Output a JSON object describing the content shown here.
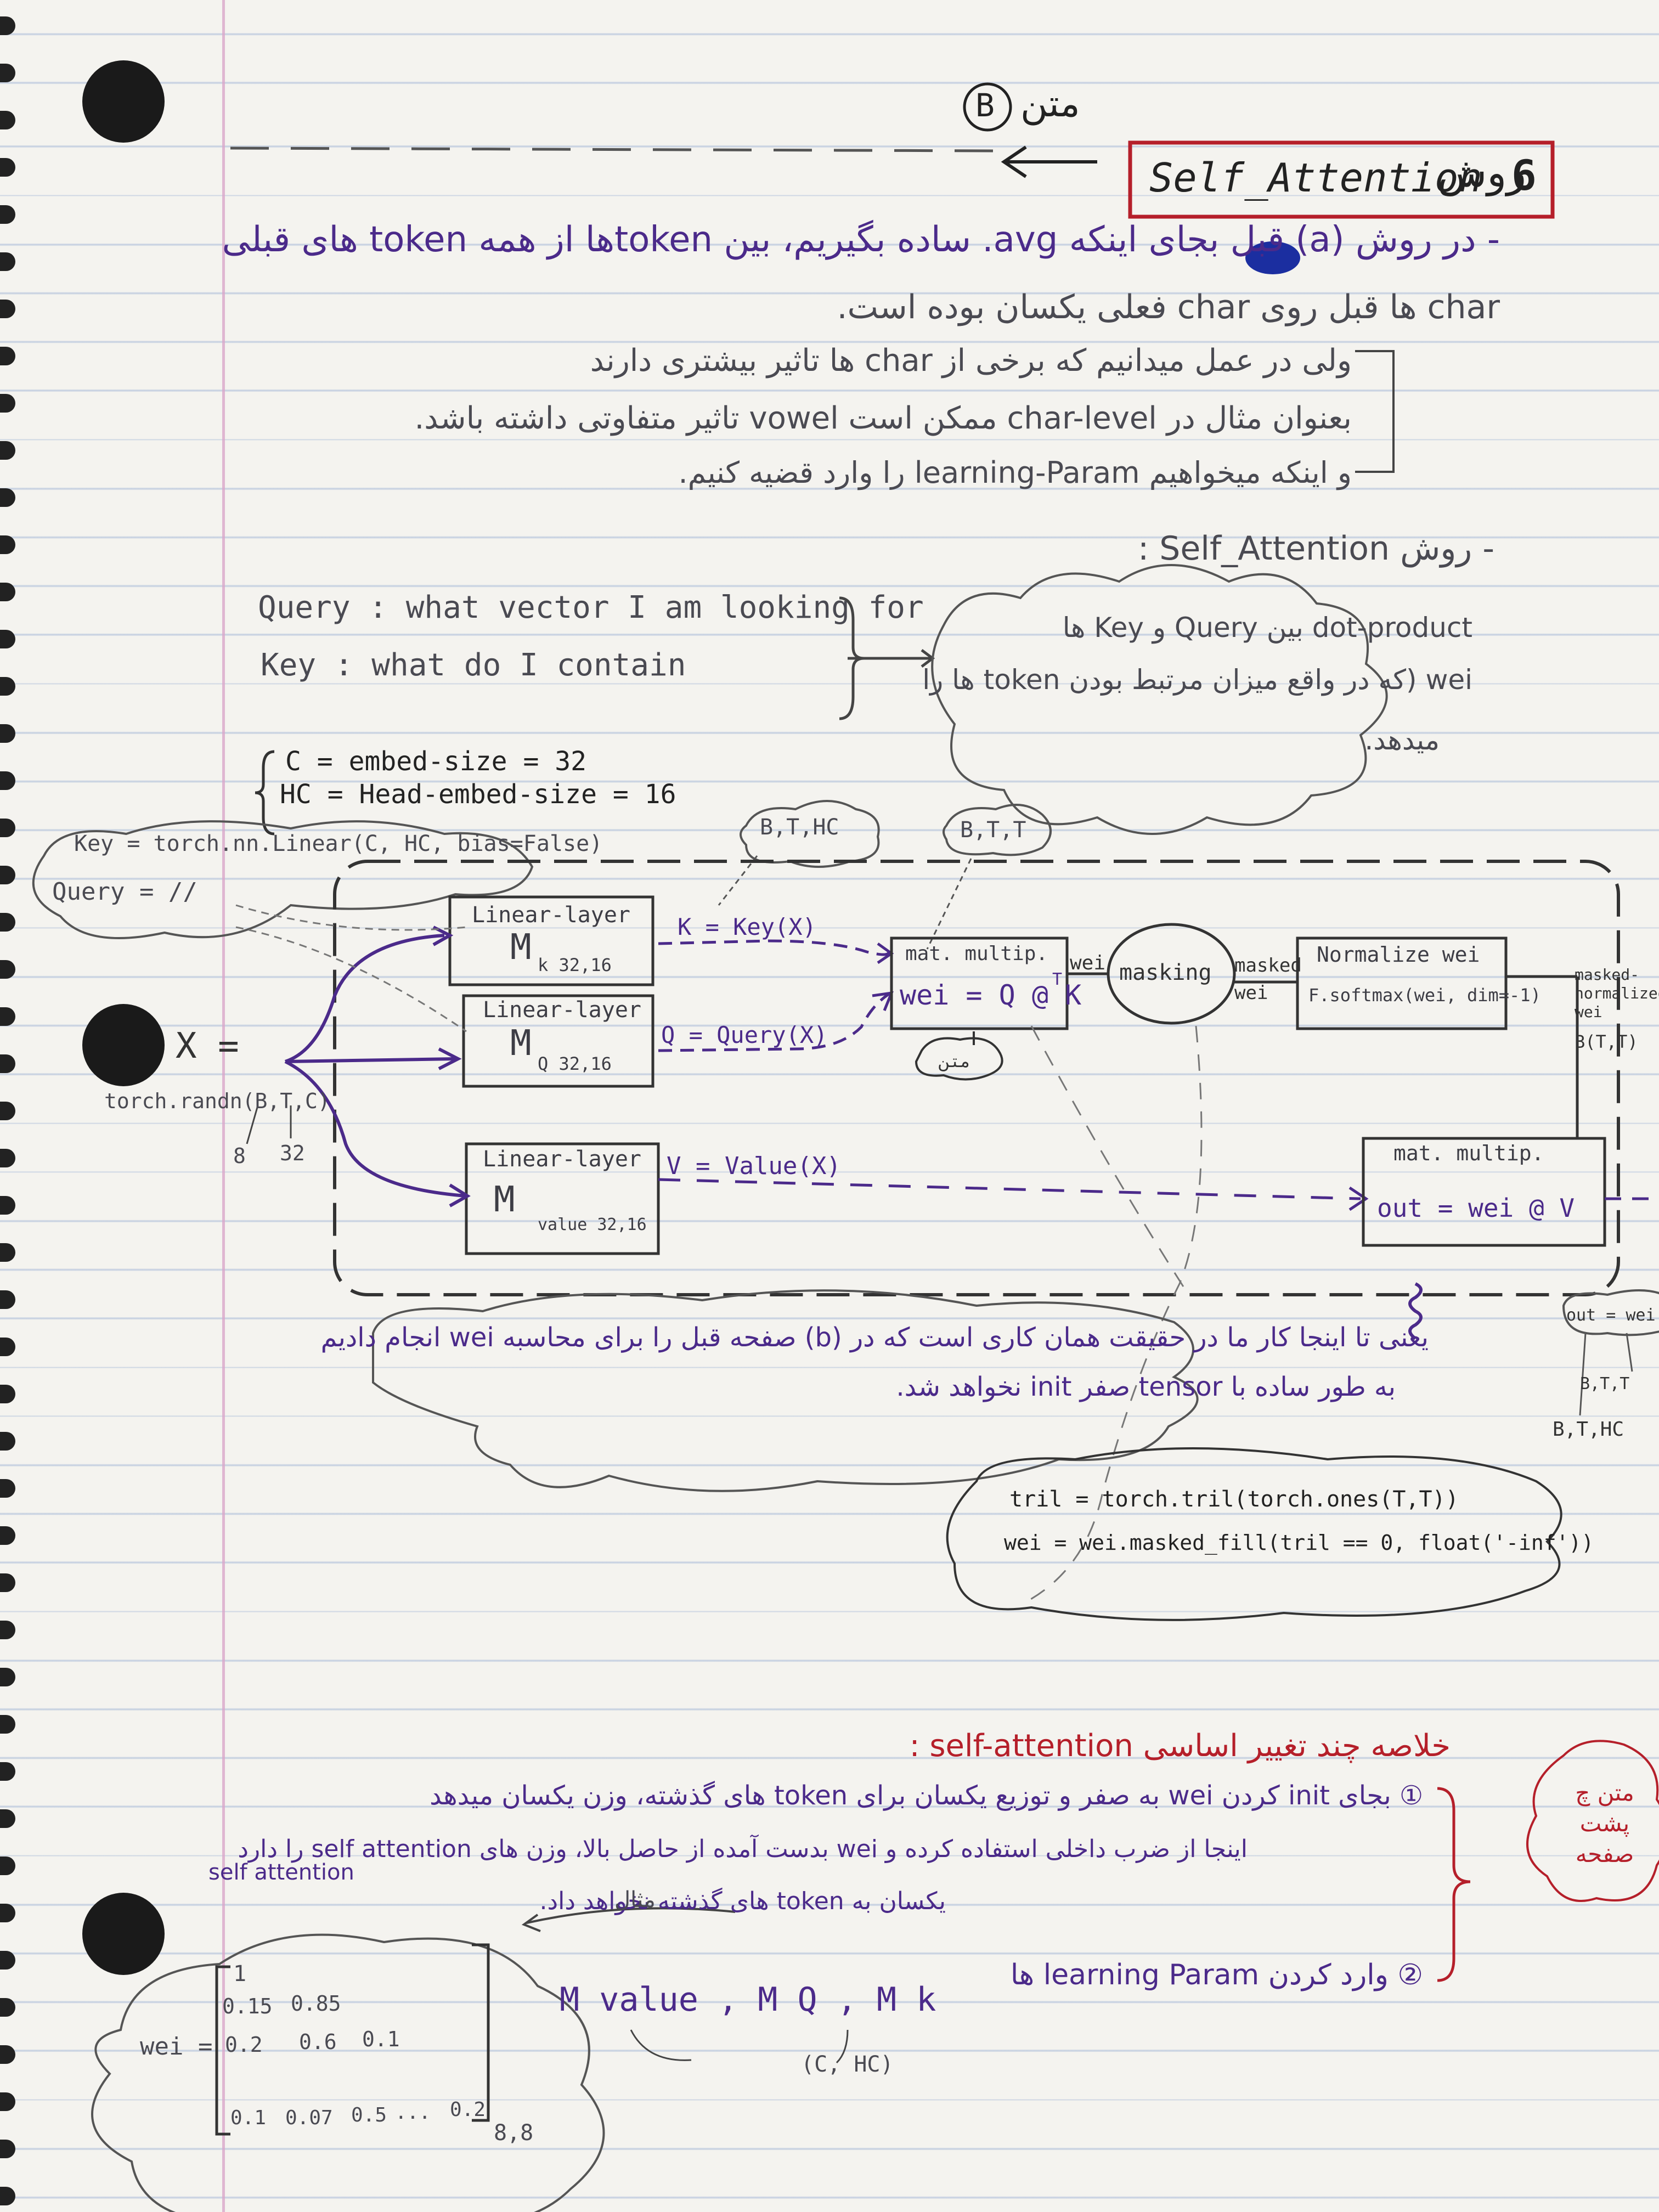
{
  "header": {
    "top_note_fa": "متن",
    "top_note_letter": "B",
    "title": "Self_Attention",
    "title_prefix_fa": "روش",
    "title_number": "6"
  },
  "intro": {
    "line1_fa": "- در روش (a) قبل بجای اینکه avg. ساده بگیریم، بین tokenها از همه token های قبلی",
    "line2_fa": "char ها قبل روی char فعلی یکسان بوده است.",
    "line3_fa": "ولی در عمل میدانیم که برخی از char ها تاثیر بیشتری دارند",
    "line4_fa": "بعنوان مثال در char-level ممکن است vowel تاثیر متفاوتی داشته باشد.",
    "line5_fa": "و اینکه میخواهیم learning-Param را وارد قضیه کنیم."
  },
  "method": {
    "heading_fa": "- روش Self_Attention :",
    "query_def": "Query : what vector I am looking for",
    "key_def": "Key : what do I contain",
    "cloud_fa_1": "dot-product بین Query و Key ها",
    "cloud_fa_2": "wei (که در واقع میزان مرتبط بودن token ها را",
    "cloud_fa_3": "میدهد."
  },
  "dims": {
    "c_line": "C = embed-size = 32",
    "hc_line": "HC = Head-embed-size = 16"
  },
  "diagram": {
    "key_def": "Key = torch.nn.Linear(C, HC, bias=False)",
    "query_def": "Query = //",
    "shape_bthc": "B,T,HC",
    "shape_btt": "B,T,T",
    "x_label": "X =",
    "x_init": "torch.randn(B,T,C)",
    "x_dims": [
      "8",
      "32"
    ],
    "key_box_title": "Linear-layer",
    "key_box_m": "M",
    "key_box_sub": "k 32,16",
    "query_box_title": "Linear-layer",
    "query_box_m": "M",
    "query_box_sub": "Q 32,16",
    "value_box_title": "Linear-layer",
    "value_box_m": "M",
    "value_box_sub": "value 32,16",
    "k_expr": "K = Key(X)",
    "q_expr": "Q = Query(X)",
    "v_expr": "V = Value(X)",
    "matmul_title": "mat. multip.",
    "matmul_expr": "wei = Q @ K",
    "matmul_t": "T",
    "wei_label": "wei",
    "masking": "masking",
    "masked_wei": "masked wei",
    "norm_title": "Normalize wei",
    "norm_expr": "F.softmax(wei, dim=-1)",
    "masked_norm": "masked-normalized wei",
    "masked_norm_shape": "B(T,T)",
    "matmul2_title": "mat. multip.",
    "matmul2_expr": "out = wei @ V",
    "matn_note_fa": "متن",
    "out_label": "out = wei",
    "out_shape_1": "B,T,T",
    "out_shape_2": "B,T,HC"
  },
  "note_cloud": {
    "line1_fa": "یعنی تا اینجا کار ما در حقیقت همان کاری است که در (b) صفحه قبل را برای محاسبه wei انجام دادیم",
    "line2_fa": "به طور ساده با tensor صفر init نخواهد شد."
  },
  "tril_cloud": {
    "line1": "tril = torch.tril(torch.ones(T,T))",
    "line2": "wei = wei.masked_fill(tril == 0, float('-inf'))"
  },
  "summary": {
    "heading_fa": "خلاصه چند تغییر اساسی self-attention :",
    "item1_fa": "① بجای init کردن wei به صفر و توزیع یکسان برای token های گذشته، وزن یکسان میدهد",
    "item1b_fa": "اینجا از ضرب داخلی استفاده کرده و wei بدست آمده از حاصل بالا، وزن های self attention را دارد",
    "item1c_fa": "یکسان به token های گذشته نخواهد داد.",
    "example_fa": "مثال",
    "self_attention_label": "self attention",
    "item2_fa": "② وارد کردن learning Param ها",
    "params": "M value , M Q , M k",
    "params_shape": "(C, HC)",
    "side_note_fa": "متن چ پشت صفحه"
  },
  "matrix": {
    "label": "wei =",
    "rows": [
      [
        "1",
        "",
        ""
      ],
      [
        "0.15",
        "0.85",
        ""
      ],
      [
        "0.2",
        "0.6",
        "0.1"
      ],
      [
        "0.1",
        "0.07",
        "0.5",
        "...",
        "0.2"
      ]
    ],
    "size": "8,8"
  }
}
